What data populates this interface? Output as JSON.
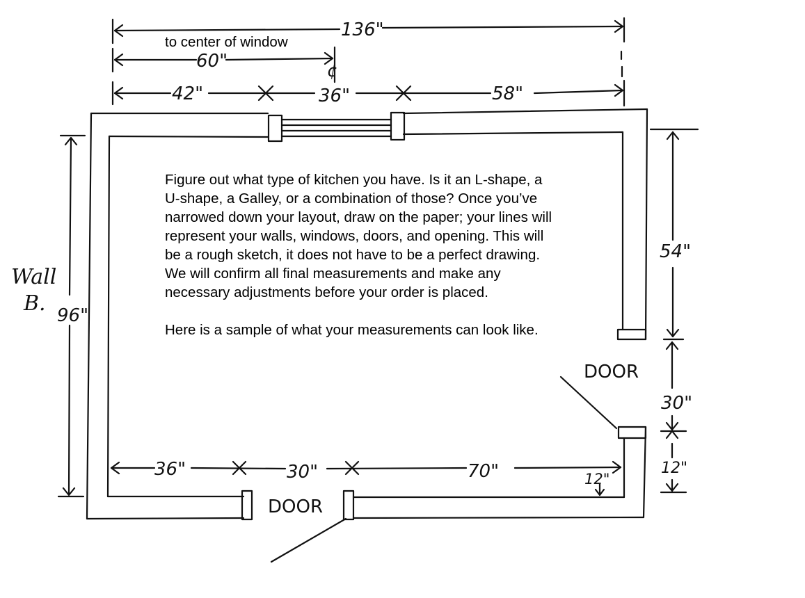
{
  "dimensions": {
    "overall_top": "136\"",
    "to_window_center": "60\"",
    "top_left": "42\"",
    "window": "36\"",
    "top_right": "58\"",
    "left_wall": "96\"",
    "right_upper": "54\"",
    "right_door": "30\"",
    "right_lower": "12\"",
    "bottom_left": "36\"",
    "bottom_door": "30\"",
    "bottom_right": "70\"",
    "inner_corner": "12\""
  },
  "labels": {
    "to_center_of_window": "to center of window",
    "centerline_symbol": "¢",
    "wall_line1": "Wall",
    "wall_line2": "B.",
    "door_right": "DOOR",
    "door_bottom": "DOOR"
  },
  "instructions": {
    "paragraph1": "Figure out what type of kitchen you have. Is it an L-shape, a U-shape, a Galley, or a combination of those? Once you’ve narrowed down your layout, draw on the paper; your lines will represent your walls, windows, doors, and opening. This will be a rough sketch, it does not have to be a perfect drawing. We will confirm all final measurements and make any necessary adjustments before your order is placed.",
    "paragraph2": "Here is a sample of what your measurements can look like."
  }
}
